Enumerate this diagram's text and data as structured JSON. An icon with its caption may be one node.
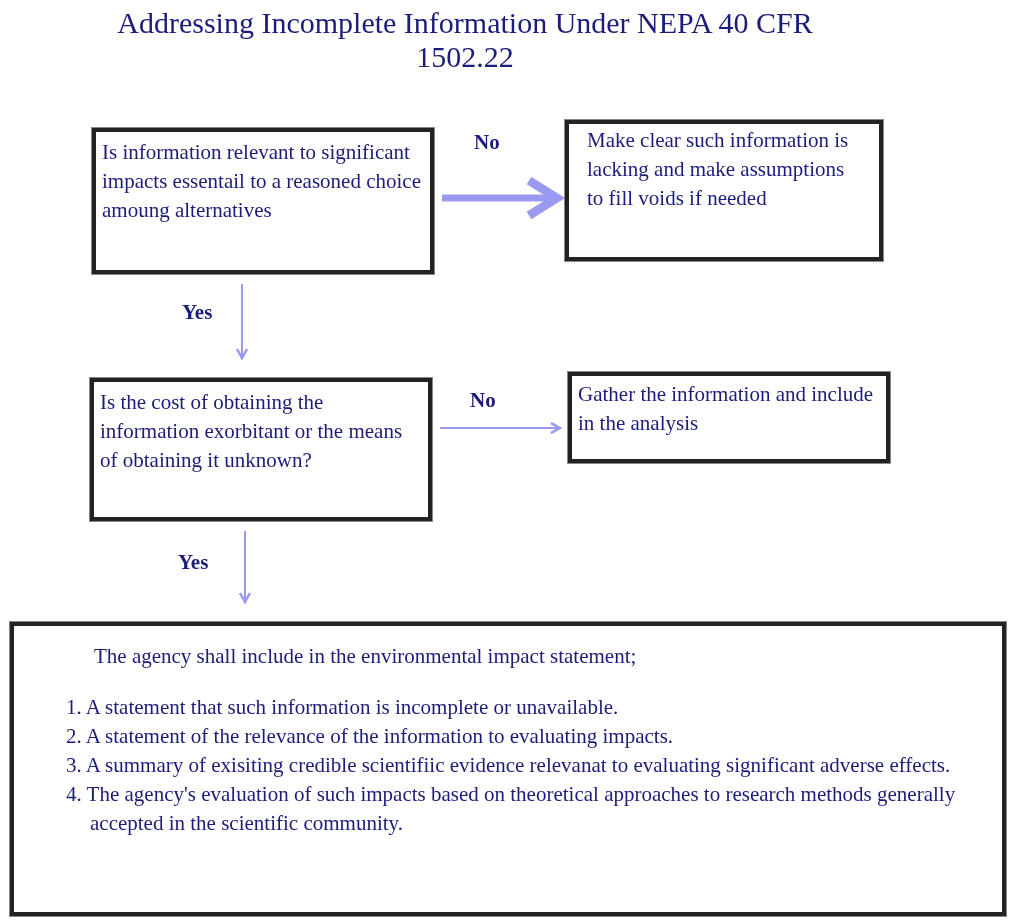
{
  "diagram": {
    "title": "Addressing Incomplete Information Under NEPA 40 CFR 1502.22",
    "nodes": [
      {
        "text": [
          "Is information relevant to significant impacts essentail to a reasoned choice amoung alternatives"
        ]
      },
      {
        "text": [
          "Make clear such information is lacking and make assumptions to fill voids if needed"
        ]
      },
      {
        "text": [
          "Is the cost of obtaining the information exorbitant or the means of obtaining it unknown?"
        ]
      },
      {
        "text": [
          "Gather the information and include in the analysis"
        ]
      },
      {
        "text": [
          "The agency shall include in the environmental impact statement;",
          "1. A statement that such information is incomplete or unavailable.",
          "2. A statement of the relevance of the information to evaluating impacts.",
          "3. A summary of exisiting credible scientifiic evidence relevanat to evaluating significant adverse effects.",
          "4. The agency's evaluation of such impacts based on theoretical approaches to research methods generally accepted in the scientific community."
        ]
      }
    ],
    "edges": [
      {
        "from": 0,
        "to": 1,
        "arrow": "to",
        "label": "No",
        "style": "thick"
      },
      {
        "from": 0,
        "to": 2,
        "arrow": "to",
        "label": "Yes"
      },
      {
        "from": 2,
        "to": 3,
        "arrow": "to",
        "label": "No"
      },
      {
        "from": 2,
        "to": 4,
        "arrow": "to",
        "label": "Yes"
      }
    ]
  }
}
